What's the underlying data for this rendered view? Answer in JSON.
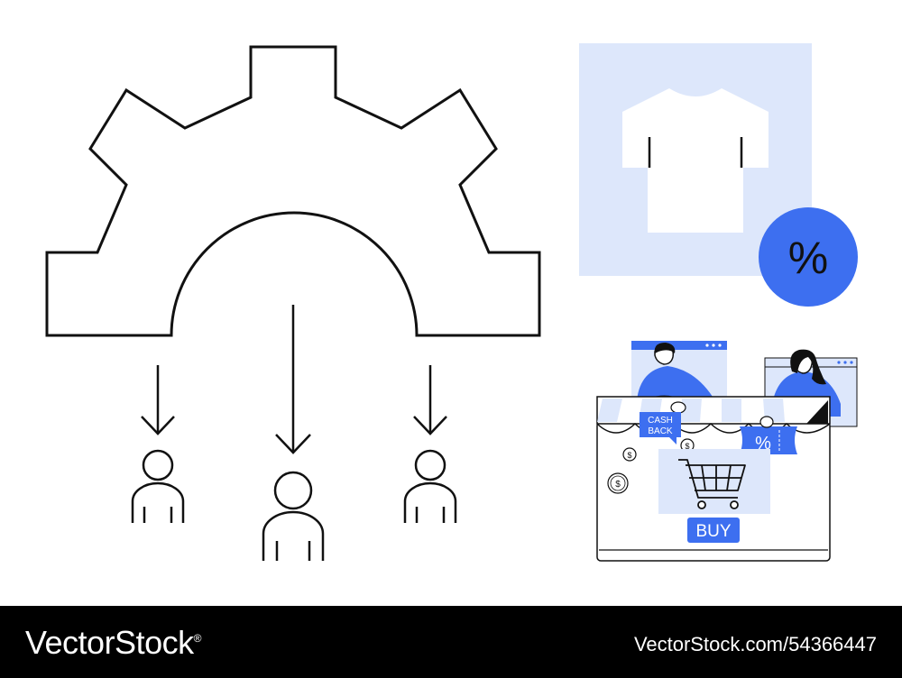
{
  "labels": {
    "cashback": "CASH\nBACK",
    "cash": "CASH",
    "back": "BACK",
    "buy": "BUY",
    "percent": "%",
    "coupon_percent": "%",
    "dollar": "$"
  },
  "footer": {
    "brand": "VectorStock",
    "brand_mark": "®",
    "image_id": "VectorStock.com/54366447"
  },
  "colors": {
    "accent_blue": "#3d6ff0",
    "light_blue": "#dde7fb",
    "line": "#111111",
    "footer_bg": "#000000"
  }
}
